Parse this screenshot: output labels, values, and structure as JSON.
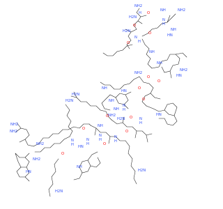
{
  "diagram": {
    "type": "skeletal-structure",
    "colors": {
      "bond": "#1a1a1a",
      "carbon": "#1a1a1a",
      "nitrogen": "#3050f8",
      "oxygen": "#ff0d0d"
    },
    "atoms": [
      {
        "label": "NH2",
        "element": "N"
      },
      {
        "label": "H",
        "element": "N"
      },
      {
        "label": "O",
        "element": "O"
      },
      {
        "label": "NH",
        "element": "N"
      },
      {
        "label": "H2N",
        "element": "N"
      },
      {
        "label": "NH2",
        "element": "N"
      },
      {
        "label": "N",
        "element": "N"
      },
      {
        "label": "H",
        "element": "N"
      },
      {
        "label": "O",
        "element": "O"
      },
      {
        "label": "NH",
        "element": "N"
      },
      {
        "label": "H2N",
        "element": "N"
      },
      {
        "label": "O",
        "element": "O"
      },
      {
        "label": "HN",
        "element": "N"
      },
      {
        "label": "N",
        "element": "N"
      },
      {
        "label": "H",
        "element": "N"
      },
      {
        "label": "O",
        "element": "O"
      },
      {
        "label": "NH",
        "element": "N"
      },
      {
        "label": "NH",
        "element": "N"
      },
      {
        "label": "NH2",
        "element": "N"
      },
      {
        "label": "HN",
        "element": "N"
      },
      {
        "label": "O",
        "element": "O"
      },
      {
        "label": "NH2",
        "element": "N"
      },
      {
        "label": "NH",
        "element": "N"
      },
      {
        "label": "O",
        "element": "O"
      },
      {
        "label": "O",
        "element": "O"
      },
      {
        "label": "HN",
        "element": "N"
      },
      {
        "label": "NH",
        "element": "N"
      },
      {
        "label": "H2N",
        "element": "N"
      },
      {
        "label": "O",
        "element": "O"
      },
      {
        "label": "H2N",
        "element": "N"
      },
      {
        "label": "N",
        "element": "N"
      },
      {
        "label": "H",
        "element": "N"
      },
      {
        "label": "NH",
        "element": "N"
      },
      {
        "label": "H2N",
        "element": "N"
      },
      {
        "label": "NH2",
        "element": "N"
      },
      {
        "label": "HN",
        "element": "N"
      },
      {
        "label": "O",
        "element": "O"
      },
      {
        "label": "O",
        "element": "O"
      },
      {
        "label": "N",
        "element": "N"
      },
      {
        "label": "H",
        "element": "N"
      },
      {
        "label": "NH",
        "element": "N"
      },
      {
        "label": "O",
        "element": "O"
      },
      {
        "label": "O",
        "element": "O"
      },
      {
        "label": "N",
        "element": "N"
      },
      {
        "label": "H",
        "element": "N"
      },
      {
        "label": "N",
        "element": "N"
      },
      {
        "label": "H",
        "element": "N"
      },
      {
        "label": "N",
        "element": "N"
      },
      {
        "label": "H",
        "element": "N"
      },
      {
        "label": "N",
        "element": "N"
      },
      {
        "label": "H",
        "element": "N"
      },
      {
        "label": "O",
        "element": "O"
      },
      {
        "label": "HN",
        "element": "N"
      },
      {
        "label": "O",
        "element": "O"
      },
      {
        "label": "NH",
        "element": "N"
      },
      {
        "label": "H2N",
        "element": "N"
      },
      {
        "label": "NH2",
        "element": "N"
      },
      {
        "label": "NH2",
        "element": "N"
      },
      {
        "label": "H2N",
        "element": "N"
      },
      {
        "label": "HN",
        "element": "N"
      },
      {
        "label": "NH2",
        "element": "N"
      },
      {
        "label": "NH2",
        "element": "N"
      }
    ]
  }
}
